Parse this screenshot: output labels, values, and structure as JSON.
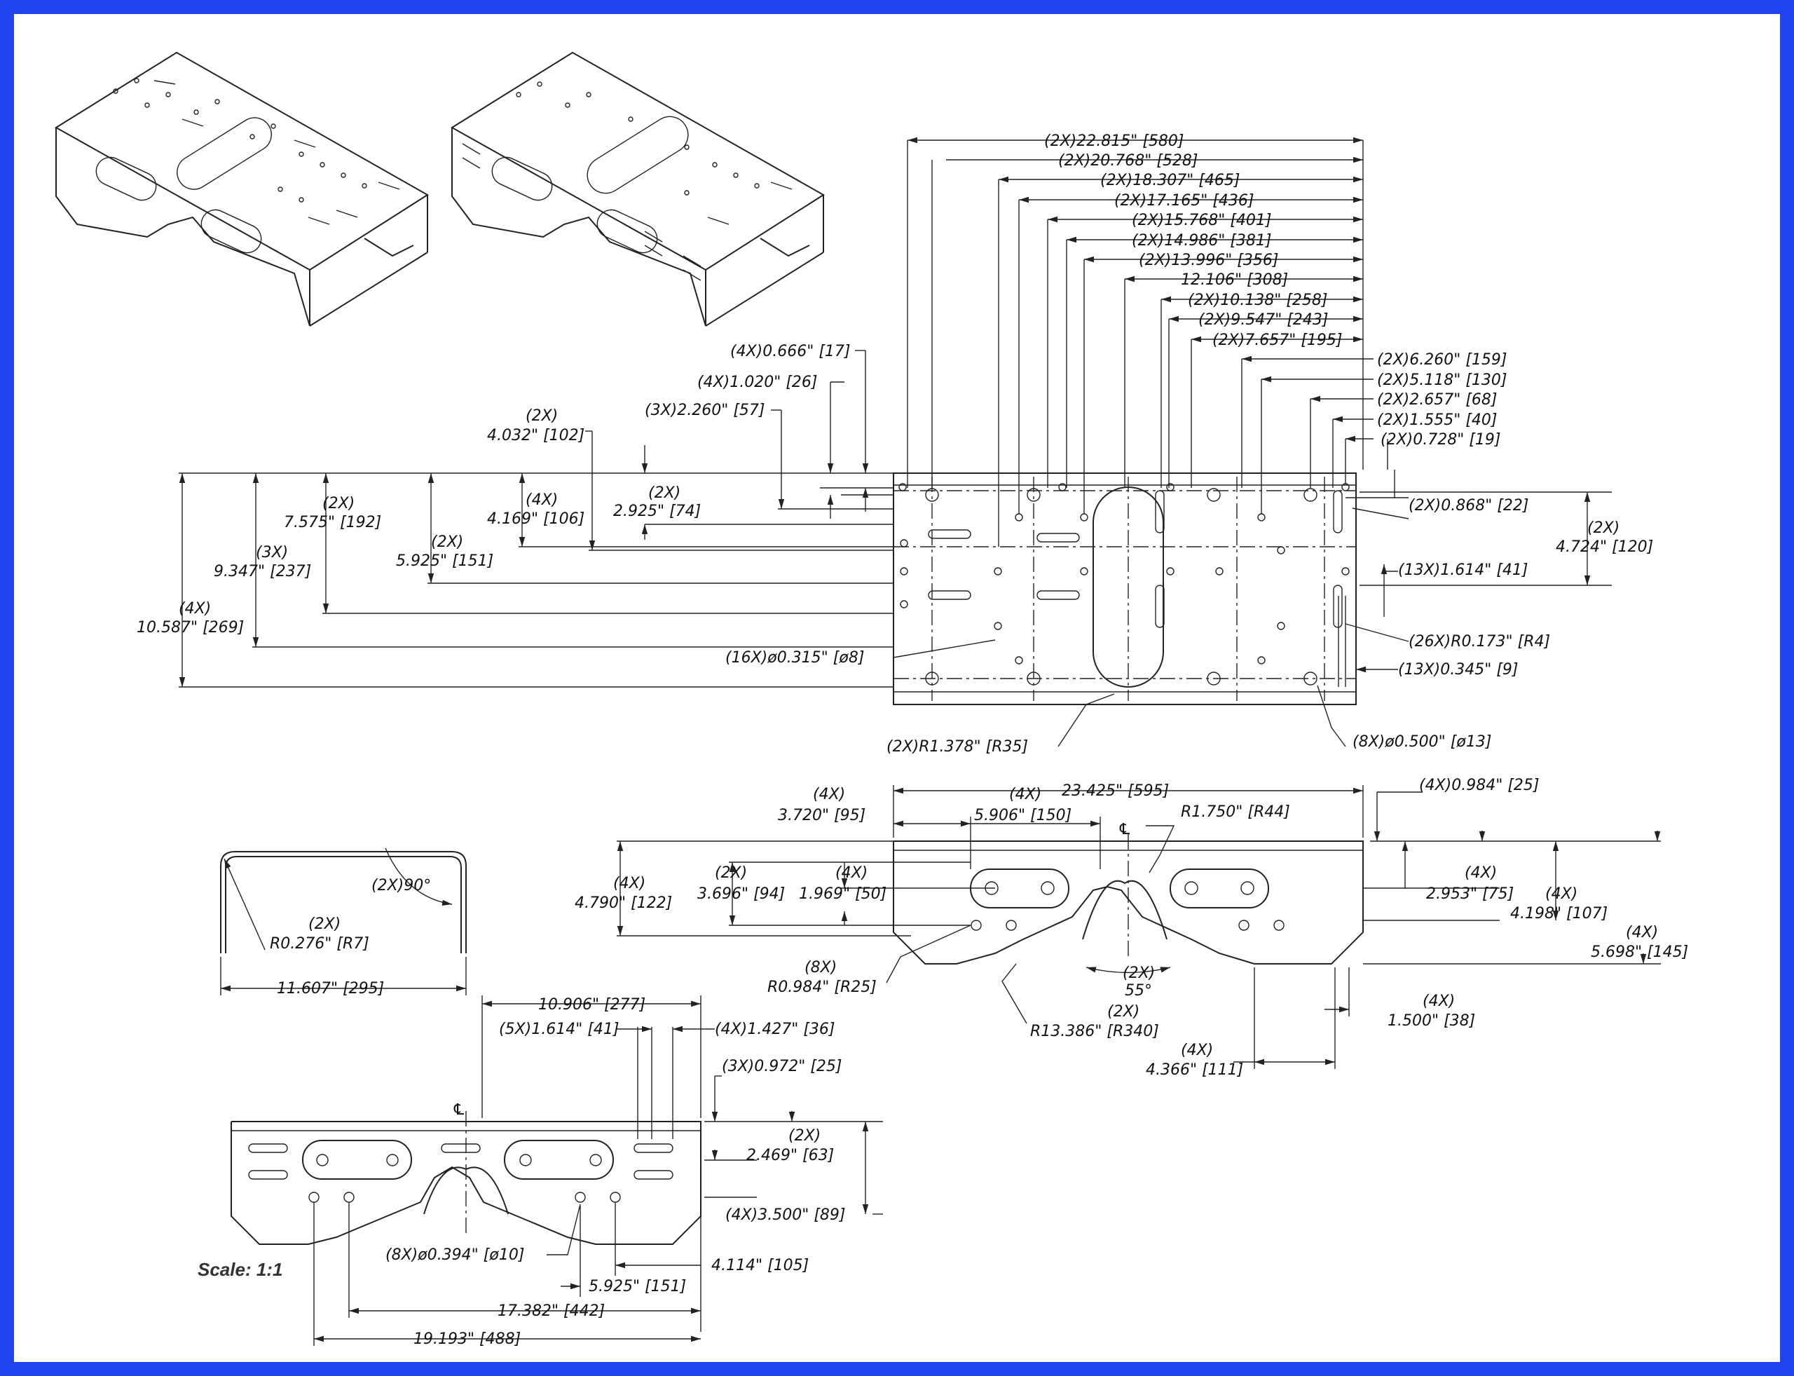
{
  "drawing": {
    "scale_label": "Scale: 1:1",
    "colors": {
      "border": "#2244ee",
      "sheet": "#ffffff",
      "ink": "#222222"
    },
    "top_view": {
      "horizontal_dims": [
        "(2X)22.815\"  [580]",
        "(2X)20.768\"  [528]",
        "(2X)18.307\"  [465]",
        "(2X)17.165\"  [436]",
        "(2X)15.768\"  [401]",
        "(2X)14.986\"  [381]",
        "(2X)13.996\"  [356]",
        "12.106\"  [308]",
        "(2X)10.138\"  [258]",
        "(2X)9.547\"  [243]",
        "(2X)7.657\"  [195]",
        "(2X)6.260\"  [159]",
        "(2X)5.118\"  [130]",
        "(2X)2.657\"  [68]",
        "(2X)1.555\"  [40]",
        "(2X)0.728\"  [19]"
      ],
      "left_dims": {
        "d1": "(4X)0.666\"  [17]",
        "d2": "(4X)1.020\"  [26]",
        "d3": "(3X)2.260\"  [57]",
        "d4a": "(2X)",
        "d4b": "4.032\"  [102]",
        "d5a": "(2X)",
        "d5b": "2.925\"  [74]",
        "d6a": "(4X)",
        "d6b": "4.169\"  [106]",
        "d7a": "(2X)",
        "d7b": "5.925\"  [151]",
        "d8a": "(2X)",
        "d8b": "7.575\"  [192]",
        "d9a": "(3X)",
        "d9b": "9.347\"  [237]",
        "d10a": "(4X)",
        "d10b": "10.587\"  [269]"
      },
      "right_dims": {
        "r1": "(2X)0.868\"  [22]",
        "r2a": "(2X)",
        "r2b": "4.724\"  [120]",
        "r3": "(13X)1.614\"  [41]",
        "r4": "(26X)R0.173\"  [R4]",
        "r5": "(13X)0.345\"  [9]"
      },
      "callouts": {
        "holes16": "(16X)ø0.315\"  [ø8]",
        "slot_r": "(2X)R1.378\"  [R35]",
        "holes8": "(8X)ø0.500\"  [ø13]"
      }
    },
    "front_view": {
      "width": "23.425\"  [595]",
      "d_a": "(4X)",
      "d_b": "3.720\"  [95]",
      "d_c": "(4X)",
      "d_d": "5.906\"  [150]",
      "cl": "℄",
      "radius_top": "R1.750\"  [R44]",
      "d_e": "(4X)0.984\"  [25]",
      "d_f": "(2X)",
      "d_g": "3.696\"  [94]",
      "d_h": "(4X)",
      "d_i": "1.969\"  [50]",
      "d_j": "(4X)",
      "d_k": "4.790\"  [122]",
      "d_l": "(4X)",
      "d_m": "2.953\"  [75]",
      "d_n": "(4X)",
      "d_o": "4.198\"  [107]",
      "d_p": "(4X)",
      "d_q": "5.698\"  [145]",
      "d_r": "(8X)",
      "d_s": "R0.984\"  [R25]",
      "d_t": "(2X)",
      "d_u": "55°",
      "d_v": "(2X)",
      "d_w": "R13.386\"  [R340]",
      "d_x": "(4X)",
      "d_y": "1.500\"  [38]",
      "d_z": "(4X)",
      "d_aa": "4.366\"  [111]"
    },
    "bend_view": {
      "angle": "(2X)90°",
      "r_a": "(2X)",
      "r_b": "R0.276\"  [R7]",
      "width": "11.607\"  [295]"
    },
    "side_view": {
      "top": "10.906\"  [277]",
      "d1": "(5X)1.614\"  [41]",
      "d2": "(4X)1.427\"  [36]",
      "d3": "(3X)0.972\"  [25]",
      "cl": "℄",
      "d4a": "(2X)",
      "d4b": "2.469\"  [63]",
      "d5": "(4X)3.500\"  [89]",
      "d6": "(8X)ø0.394\"  [ø10]",
      "d7": "4.114\"  [105]",
      "d8": "5.925\"  [151]",
      "d9": "17.382\"  [442]",
      "d10": "19.193\"  [488]"
    }
  }
}
